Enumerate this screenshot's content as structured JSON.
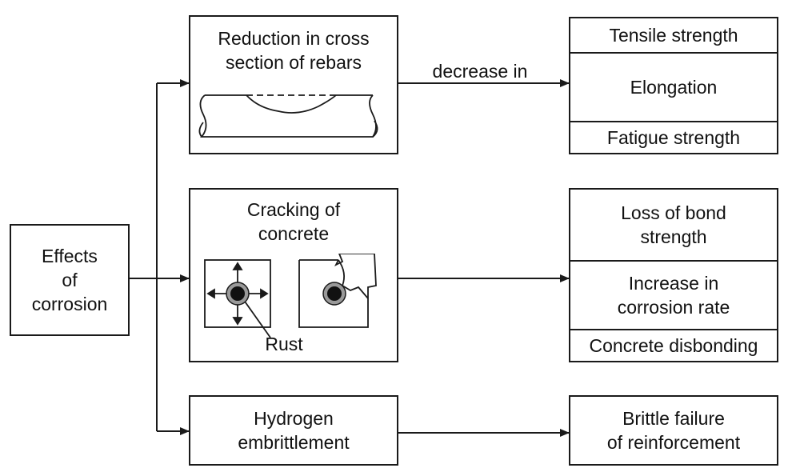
{
  "root": {
    "line1": "Effects",
    "line2": "of",
    "line3": "corrosion"
  },
  "branches": {
    "rebar": {
      "line1": "Reduction in cross",
      "line2": "section of rebars",
      "arrow_label": "decrease in"
    },
    "cracking": {
      "line1": "Cracking of",
      "line2": "concrete",
      "rust_label": "Rust"
    },
    "hydrogen": {
      "line1": "Hydrogen",
      "line2": "embrittlement"
    }
  },
  "outcomes": {
    "rebar": [
      "Tensile strength",
      "Elongation",
      "Fatigue strength"
    ],
    "cracking": {
      "bond": {
        "line1": "Loss of bond",
        "line2": "strength"
      },
      "rate": {
        "line1": "Increase in",
        "line2": "corrosion rate"
      },
      "disbond": "Concrete disbonding"
    },
    "hydrogen": {
      "line1": "Brittle failure",
      "line2": "of reinforcement"
    }
  }
}
